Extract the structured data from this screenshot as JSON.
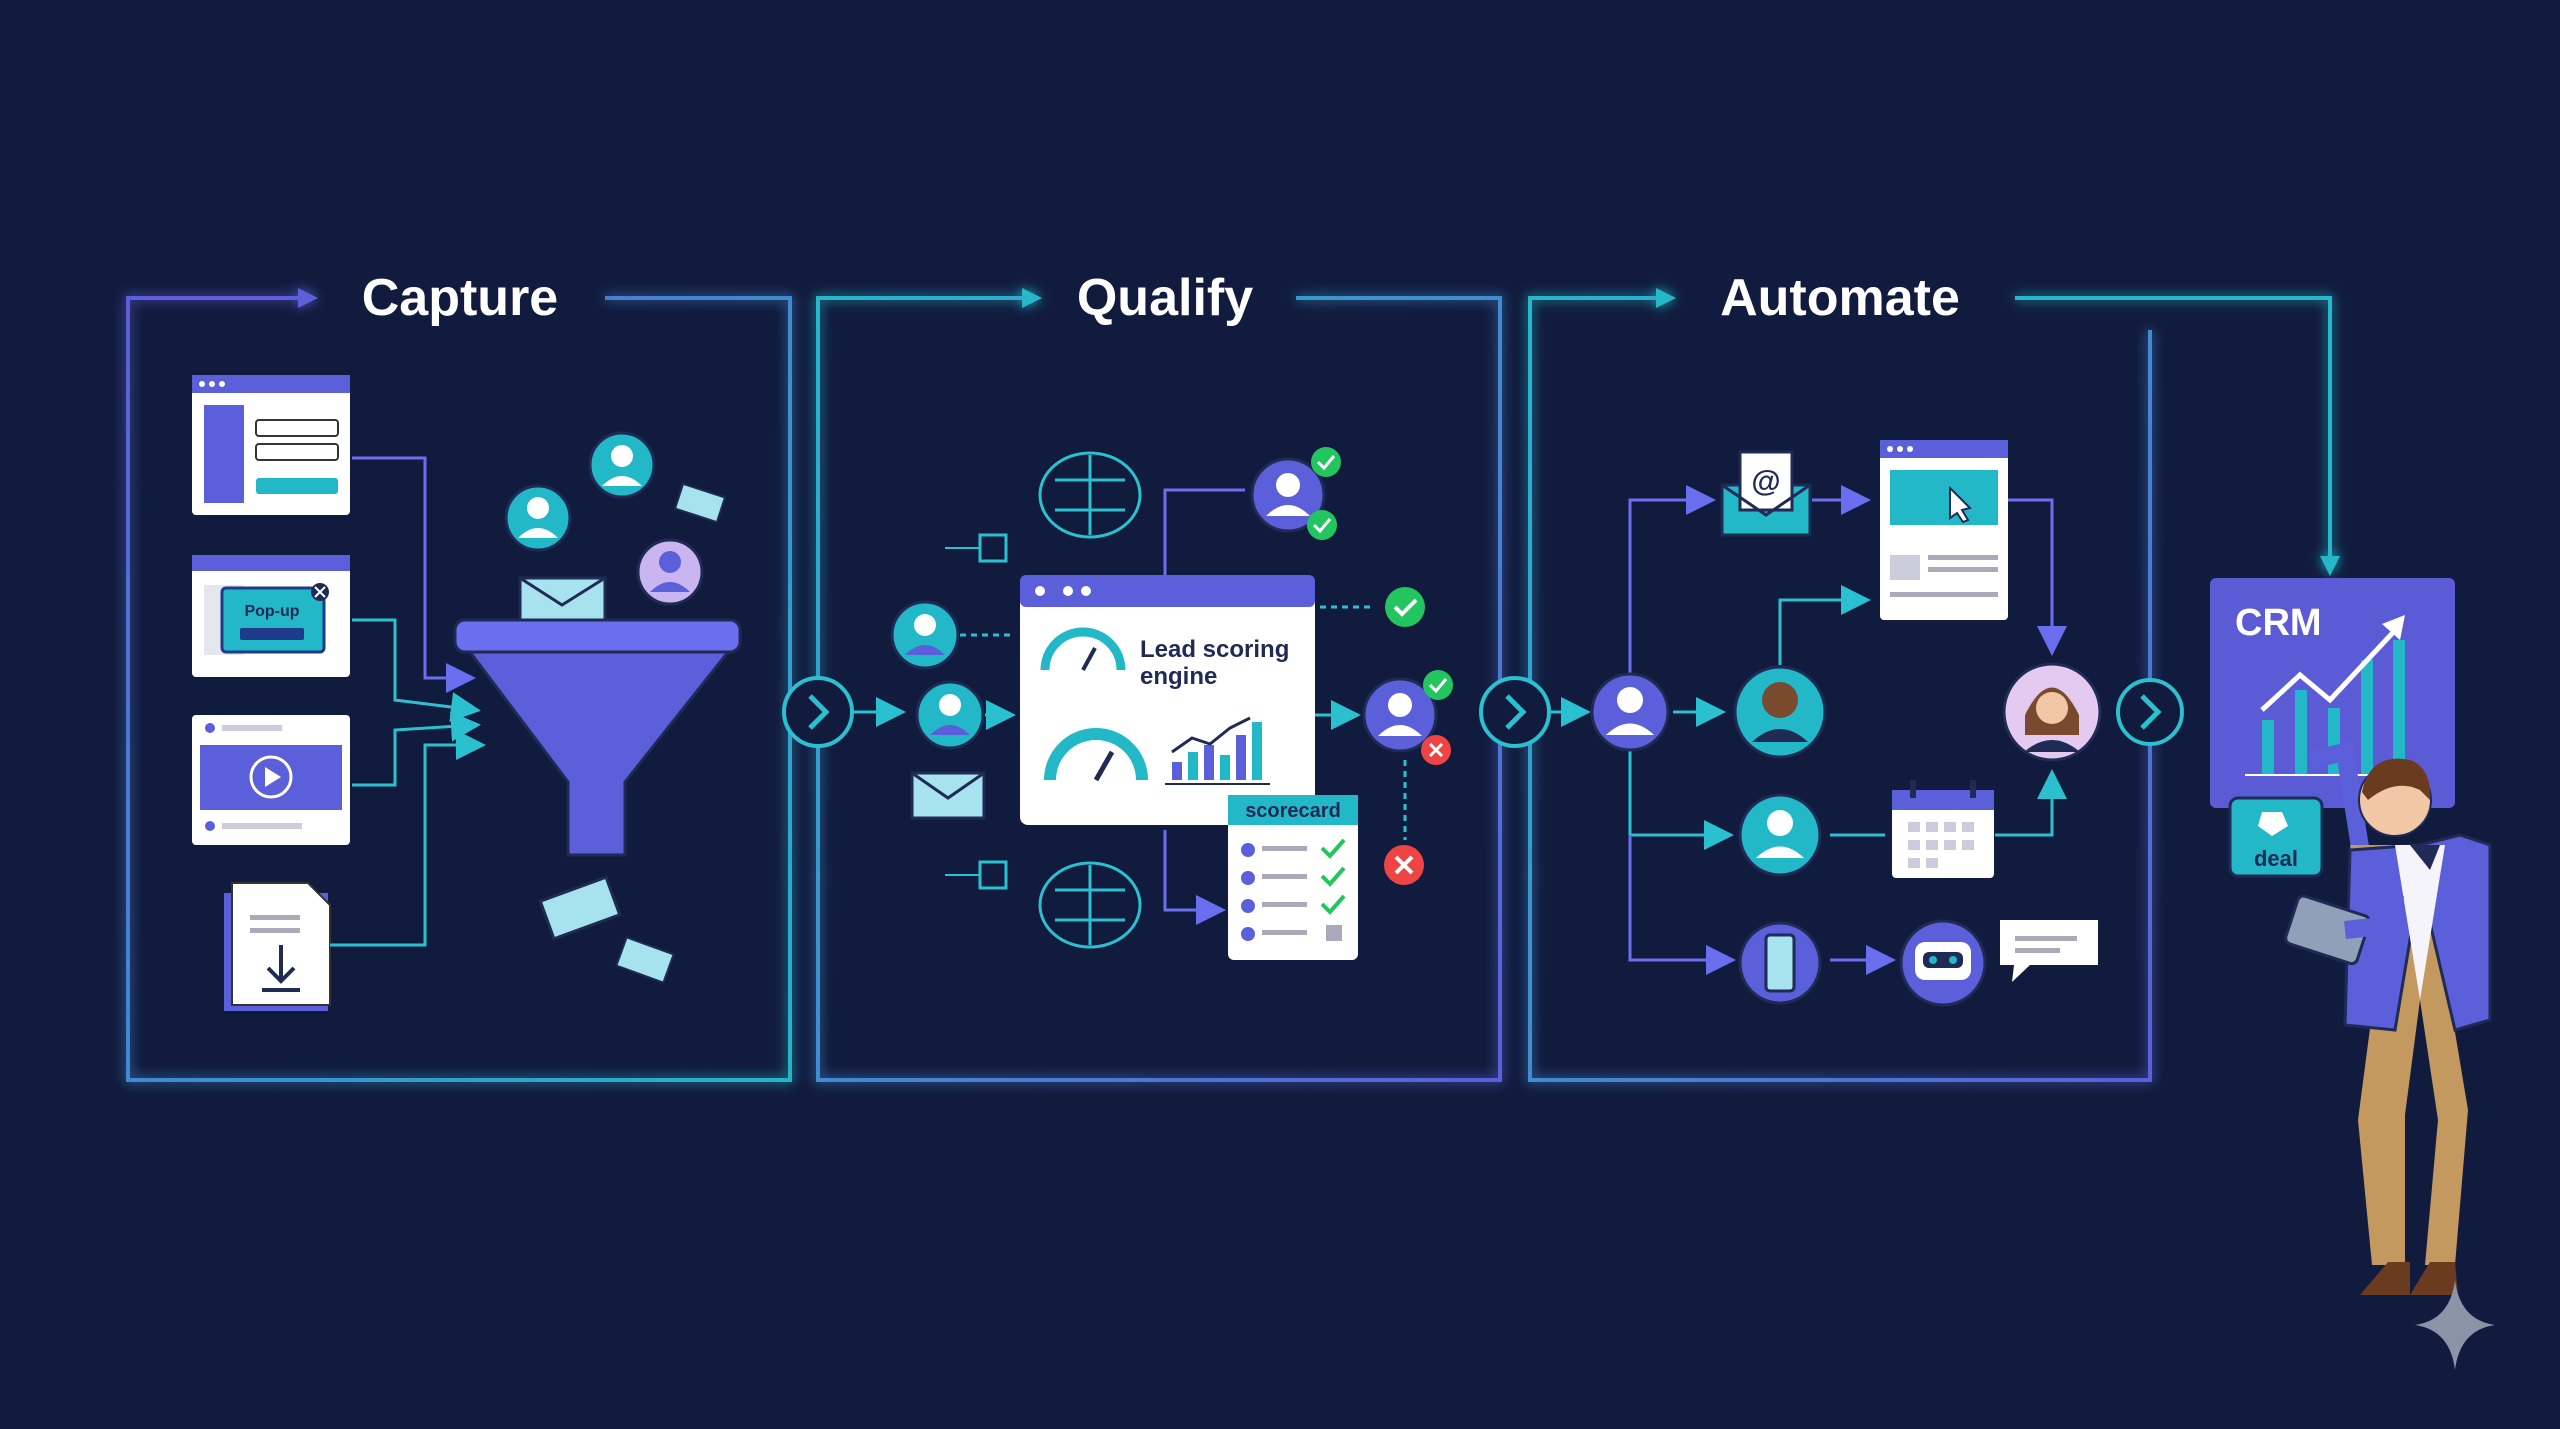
{
  "stages": [
    {
      "title": "Capture"
    },
    {
      "title": "Qualify"
    },
    {
      "title": "Automate"
    }
  ],
  "capture": {
    "popup_label": "Pop-up",
    "icons": [
      "landing-page-icon",
      "popup-form-icon",
      "video-icon",
      "download-doc-icon",
      "funnel-icon",
      "email-icon"
    ]
  },
  "qualify": {
    "engine_label_line1": "Lead scoring",
    "engine_label_line2": "engine",
    "scorecard_label": "scorecard",
    "icons": [
      "ai-brain-icon",
      "chip-icon",
      "gauge-icon",
      "bar-chart-icon",
      "check-icon",
      "cross-icon"
    ]
  },
  "automate": {
    "email_symbol": "@",
    "icons": [
      "email-icon",
      "webpage-icon",
      "calendar-icon",
      "phone-icon",
      "chatbot-icon",
      "chat-bubble-icon"
    ]
  },
  "crm": {
    "label": "CRM",
    "deal_label": "deal"
  },
  "colors": {
    "background": "#111b3d",
    "panel_violet": "#5b5fd9",
    "panel_teal": "#22b8c8",
    "accent_green": "#22c55e",
    "accent_red": "#ef4444",
    "crm_panel": "#5c5bd6"
  }
}
